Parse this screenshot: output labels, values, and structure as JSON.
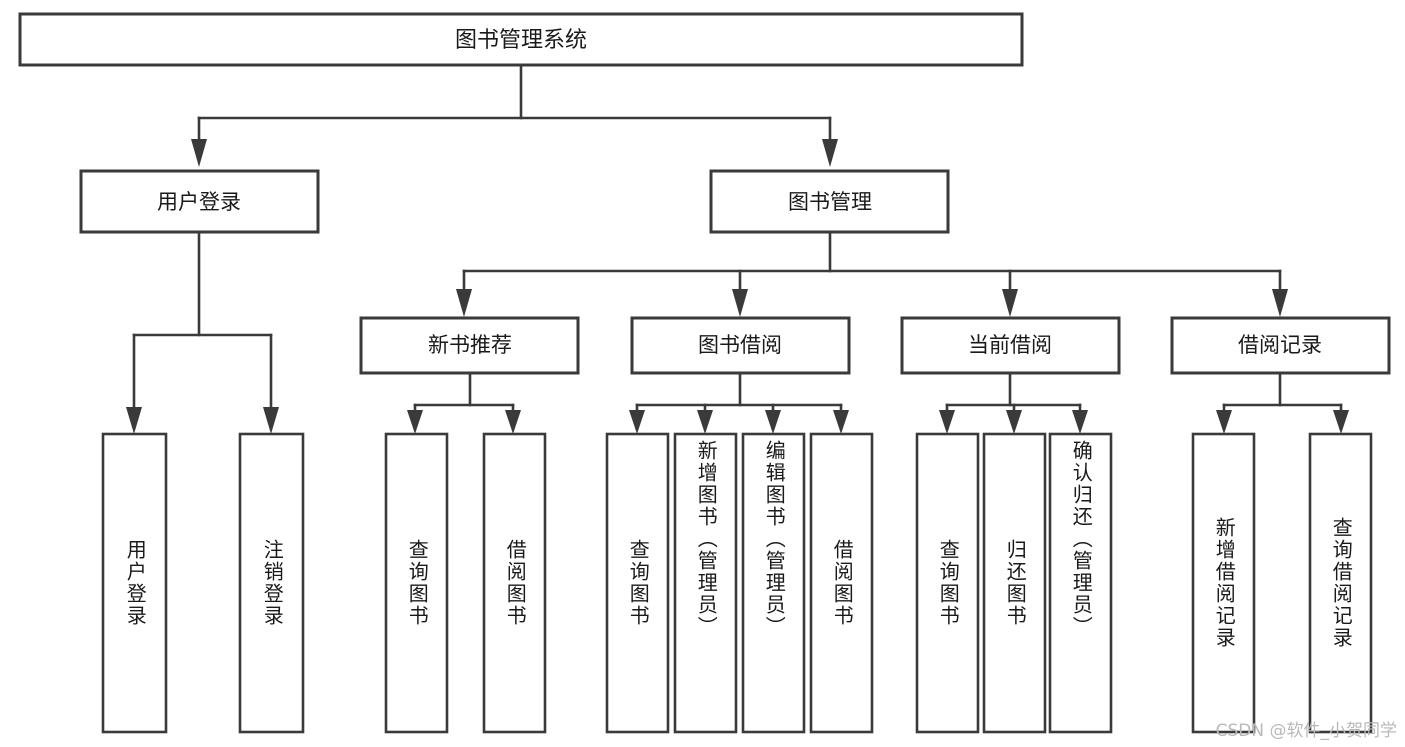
{
  "diagram": {
    "type": "tree",
    "title": "图书管理系统",
    "colors": {
      "box_stroke": "#3a3a3a",
      "box_fill": "#ffffff",
      "connector": "#3a3a3a",
      "text": "#1a1a1a",
      "watermark": "#b9b9b9",
      "background": "#ffffff"
    },
    "root": {
      "label": "图书管理系统"
    },
    "level2": [
      {
        "id": "user-login",
        "label": "用户登录"
      },
      {
        "id": "book-manage",
        "label": "图书管理"
      }
    ],
    "level3": [
      {
        "id": "new-book-recommend",
        "label": "新书推荐",
        "parent": "book-manage"
      },
      {
        "id": "book-borrow",
        "label": "图书借阅",
        "parent": "book-manage"
      },
      {
        "id": "current-borrow",
        "label": "当前借阅",
        "parent": "book-manage"
      },
      {
        "id": "borrow-record",
        "label": "借阅记录",
        "parent": "book-manage"
      }
    ],
    "leaves": [
      {
        "id": "leaf-user-login",
        "label": "用户登录",
        "parent": "user-login"
      },
      {
        "id": "leaf-user-logout",
        "label": "注销登录",
        "parent": "user-login"
      },
      {
        "id": "leaf-query-book-1",
        "label": "查询图书",
        "parent": "new-book-recommend"
      },
      {
        "id": "leaf-borrow-book-1",
        "label": "借阅图书",
        "parent": "new-book-recommend"
      },
      {
        "id": "leaf-query-book-2",
        "label": "查询图书",
        "parent": "book-borrow"
      },
      {
        "id": "leaf-add-book",
        "label": "新增图书（管理员）",
        "parent": "book-borrow"
      },
      {
        "id": "leaf-edit-book",
        "label": "编辑图书（管理员）",
        "parent": "book-borrow"
      },
      {
        "id": "leaf-borrow-book-2",
        "label": "借阅图书",
        "parent": "book-borrow"
      },
      {
        "id": "leaf-query-book-3",
        "label": "查询图书",
        "parent": "current-borrow"
      },
      {
        "id": "leaf-return-book",
        "label": "归还图书",
        "parent": "current-borrow"
      },
      {
        "id": "leaf-confirm-return",
        "label": "确认归还（管理员）",
        "parent": "current-borrow"
      },
      {
        "id": "leaf-add-record",
        "label": "新增借阅记录",
        "parent": "borrow-record"
      },
      {
        "id": "leaf-query-record",
        "label": "查询借阅记录",
        "parent": "borrow-record"
      }
    ]
  },
  "watermark": {
    "text": "CSDN @软件_小贺同学"
  }
}
